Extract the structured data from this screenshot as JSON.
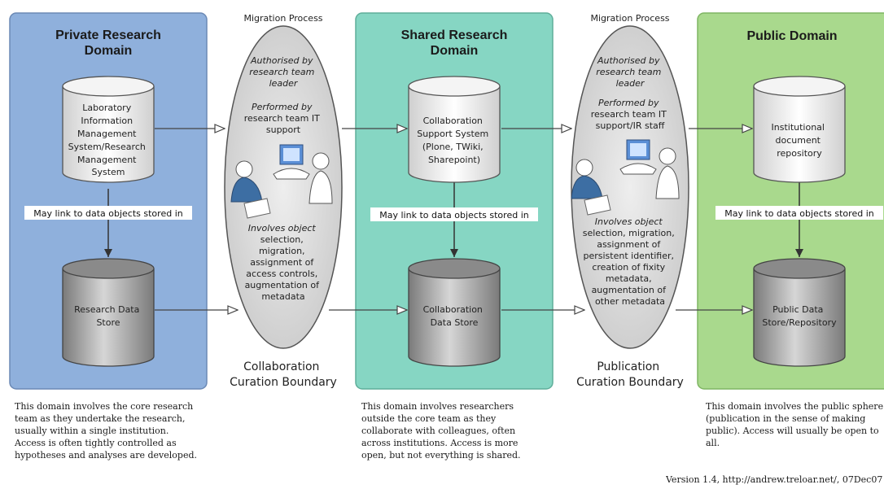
{
  "domains": [
    {
      "title": [
        "Private Research",
        "Domain"
      ],
      "color": "#8fb0dc",
      "top_store": [
        "Laboratory",
        "Information",
        "Management",
        "System/Research",
        "Management",
        "System"
      ],
      "link_label": "May link to data objects stored in",
      "bottom_store": [
        "Research Data",
        "Store"
      ],
      "description": [
        "This domain involves the core research",
        "team as they undertake the research,",
        "usually within a single institution.",
        "Access is often tightly controlled as",
        "hypotheses and analyses are developed."
      ]
    },
    {
      "title": [
        "Shared Research",
        "Domain"
      ],
      "color": "#86d6c3",
      "top_store": [
        "Collaboration",
        "Support System",
        "(Plone, TWiki,",
        "Sharepoint)"
      ],
      "link_label": "May link to data objects stored in",
      "bottom_store": [
        "Collaboration",
        "Data Store"
      ],
      "description": [
        "This domain involves researchers",
        "outside the core team as they",
        "collaborate with colleagues, often",
        "across institutions. Access is more",
        "open, but not everything is shared."
      ]
    },
    {
      "title": [
        "Public Domain"
      ],
      "color": "#a9d98d",
      "top_store": [
        "Institutional",
        "document",
        "repository"
      ],
      "link_label": "May link to data objects stored in",
      "bottom_store": [
        "Public Data",
        "Store/Repository"
      ],
      "description": [
        "This domain involves the public sphere",
        "(publication in the sense of making",
        "public). Access will usually be open to",
        "all."
      ]
    }
  ],
  "boundaries": [
    {
      "process_label": "Migration Process",
      "authorised": [
        "Authorised by",
        "research team",
        "leader"
      ],
      "performed": [
        "Performed by",
        "research team IT",
        "support"
      ],
      "involves": [
        "Involves object",
        "selection,",
        "migration,",
        "assignment of",
        "access controls,",
        "augmentation of",
        "metadata"
      ],
      "name": [
        "Collaboration",
        "Curation Boundary"
      ]
    },
    {
      "process_label": "Migration Process",
      "authorised": [
        "Authorised by",
        "research team",
        "leader"
      ],
      "performed": [
        "Performed by",
        "research team IT",
        "support/IR staff"
      ],
      "involves": [
        "Involves object",
        "selection, migration,",
        "assignment of",
        "persistent identifier,",
        "creation of fixity",
        "metadata,",
        "augmentation of",
        "other metadata"
      ],
      "name": [
        "Publication",
        "Curation Boundary"
      ]
    }
  ],
  "footer": {
    "version": "Version 1.4,  http://andrew.treloar.net/, 07Dec07"
  }
}
